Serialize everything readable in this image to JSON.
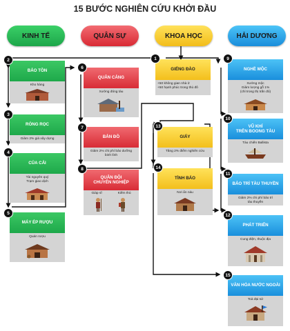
{
  "title": "15 BƯỚC NGHIÊN CỨU KHỞI ĐẦU",
  "categories": {
    "economy": "KINH TẾ",
    "military": "QUÂN SỰ",
    "science": "KHOA HỌC",
    "ocean": "HẢI DƯƠNG"
  },
  "colors": {
    "economy": "#2bb657",
    "military": "#e23a44",
    "science": "#f6c51f",
    "ocean": "#2aa4ec"
  },
  "steps": {
    "s1": {
      "num": "1",
      "head": "GIẾNG ĐÀO",
      "desc1": "+50 không gian nhà ở",
      "desc2": "+50 hạnh phúc trong thủ đô"
    },
    "s2": {
      "num": "2",
      "head": "BẢO TỒN",
      "desc1": "Kho hàng"
    },
    "s3": {
      "num": "3",
      "head": "RÒNG RỌC",
      "desc1": "Giảm 2% giá xây dựng"
    },
    "s4": {
      "num": "4",
      "head": "CỦA CẢI",
      "desc1": "Tài nguyên quý",
      "desc2": "Trạm giao dịch"
    },
    "s5": {
      "num": "5",
      "head": "MÁY ÉP RƯỢU",
      "desc1": "Quán rượu"
    },
    "s6": {
      "num": "6",
      "head": "QUÂN CẢNG",
      "desc1": "Xưởng đóng tàu"
    },
    "s7": {
      "num": "7",
      "head": "BẢN ĐỒ",
      "desc1": "Giảm 2% chi phí bảo dưỡng",
      "desc2": "binh lính"
    },
    "s8": {
      "num": "8",
      "head1": "QUÂN ĐỘI",
      "head2": "CHUYÊN NGHIỆP",
      "unit1": "Giáp sĩ",
      "unit2": "Kiếm thủ"
    },
    "s9": {
      "num": "9",
      "head": "NGHỀ MỘC",
      "desc1": "Xưởng mộc",
      "desc2": "Giảm lượng gỗ 1%",
      "desc3": "(chỉ trong thị trấn đó)"
    },
    "s10": {
      "num": "10",
      "head1": "VŨ KHÍ",
      "head2": "TRÊN BOONG TÀU",
      "desc1": "Tàu chiến Ballista"
    },
    "s11": {
      "num": "11",
      "head": "BẢO TRÌ TÀU THUYỀN",
      "desc1": "Giảm 2% chi phí bảo trì",
      "desc2": "tàu thuyền"
    },
    "s12": {
      "num": "12",
      "head": "PHÁT TRIỂN",
      "desc1": "Cung điện, thuộc địa"
    },
    "s13": {
      "num": "13",
      "head": "GIẤY",
      "desc1": "Tăng 2% điểm nghiên cứu"
    },
    "s14": {
      "num": "14",
      "head": "TÌNH BÁO",
      "desc1": "Nơi ẩn náu"
    },
    "s15": {
      "num": "15",
      "head": "VĂN HÓA NƯỚC NGOÀI",
      "desc1": "Toà đại sứ"
    }
  }
}
